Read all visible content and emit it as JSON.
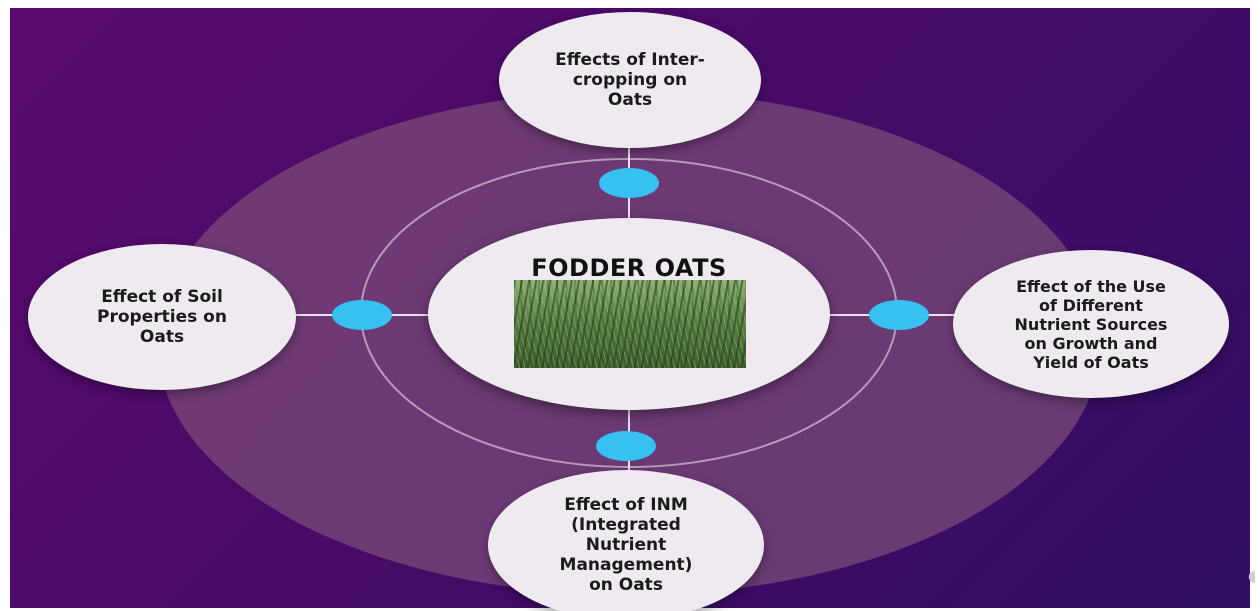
{
  "colors": {
    "background": "#4b0a68",
    "ring": "#6d3868",
    "node_fill": "#eeeaf0",
    "connector_dot": "#37c0f2",
    "connector_line": "#e9e4ee"
  },
  "center": {
    "title": "FODDER OATS",
    "image": "oat-field-photo"
  },
  "nodes": {
    "top": {
      "label": "Effects of Inter-\ncropping on\nOats"
    },
    "left": {
      "label": "Effect of Soil\nProperties on\nOats"
    },
    "right": {
      "label": "Effect of the Use\nof Different\nNutrient Sources\non Growth and\nYield of Oats"
    },
    "bottom": {
      "label": "Effect of INM\n(Integrated\nNutrient\nManagement)\non Oats"
    }
  }
}
